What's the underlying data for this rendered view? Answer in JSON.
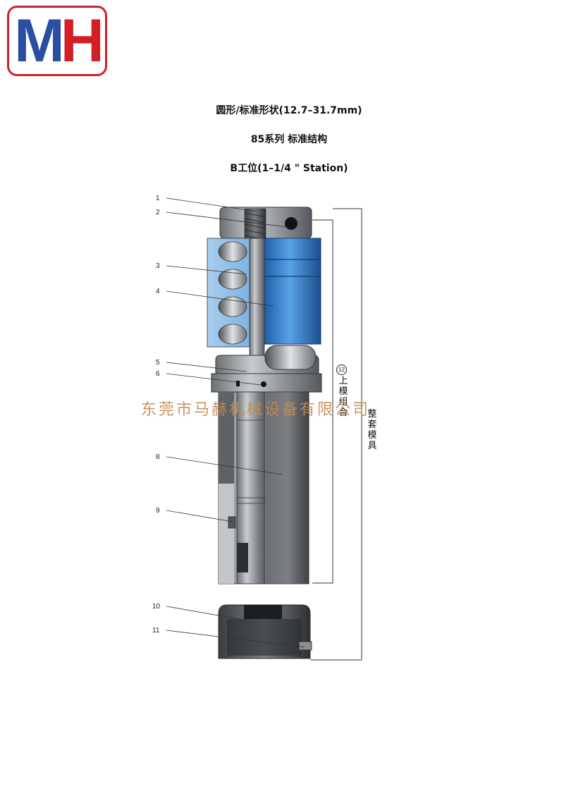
{
  "logo": {
    "m": "M",
    "h": "H"
  },
  "titles": {
    "line1": "圆形/标准形状(12.7–31.7mm)",
    "line2": "85系列   标准结构",
    "line3": "B工位(1–1/4 \" Station)"
  },
  "callouts": [
    "1",
    "2",
    "3",
    "4",
    "5",
    "6",
    "8",
    "9",
    "10",
    "11"
  ],
  "labels": {
    "circle_num": "12",
    "upper_assembly": "上模组合",
    "full_set": "整套模具"
  },
  "watermark": "东莞市马赫机械设备有限公司",
  "colors": {
    "brand_red": "#d21f26",
    "brand_blue": "#2b4ea2",
    "spring_blue": "#2f7fd0",
    "steel": "#8e9296"
  }
}
